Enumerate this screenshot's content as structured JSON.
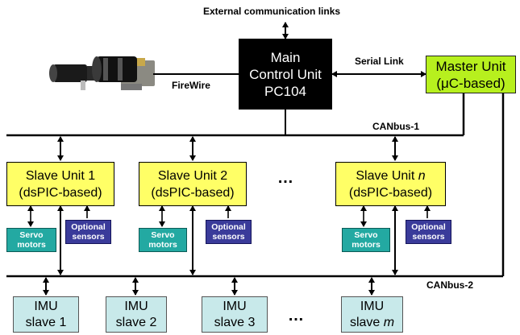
{
  "labels": {
    "external": "External communication links",
    "serial": "Serial Link",
    "firewire": "FireWire",
    "canbus1": "CANbus-1",
    "canbus2": "CANbus-2"
  },
  "main_unit": {
    "line1": "Main",
    "line2": "Control Unit",
    "line3": "PC104"
  },
  "master_unit": {
    "line1": "Master Unit",
    "line2": "(μC-based)"
  },
  "slaves": [
    {
      "title": "Slave Unit 1",
      "subtitle": "(dsPIC-based)",
      "servo": [
        "Servo",
        "motors"
      ],
      "optional": [
        "Optional",
        "sensors"
      ]
    },
    {
      "title": "Slave Unit 2",
      "subtitle": "(dsPIC-based)",
      "servo": [
        "Servo",
        "motors"
      ],
      "optional": [
        "Optional",
        "sensors"
      ]
    },
    {
      "title_prefix": "Slave Unit ",
      "title_var": "n",
      "subtitle": "(dsPIC-based)",
      "servo": [
        "Servo",
        "motors"
      ],
      "optional": [
        "Optional",
        "sensors"
      ]
    }
  ],
  "imus": [
    {
      "line1": "IMU",
      "line2": "slave 1"
    },
    {
      "line1": "IMU",
      "line2": "slave 2"
    },
    {
      "line1": "IMU",
      "line2": "slave 3"
    },
    {
      "line1": "IMU",
      "line2_prefix": "slave ",
      "line2_var": "m"
    }
  ],
  "ellipsis": "…",
  "colors": {
    "main": "#000000",
    "master": "#b7f01e",
    "slave": "#ffff66",
    "servo": "#23a9a2",
    "optional": "#3a3b9a",
    "imu": "#c8e9ea"
  },
  "icons": {
    "camera": "stereo-camera-icon"
  }
}
